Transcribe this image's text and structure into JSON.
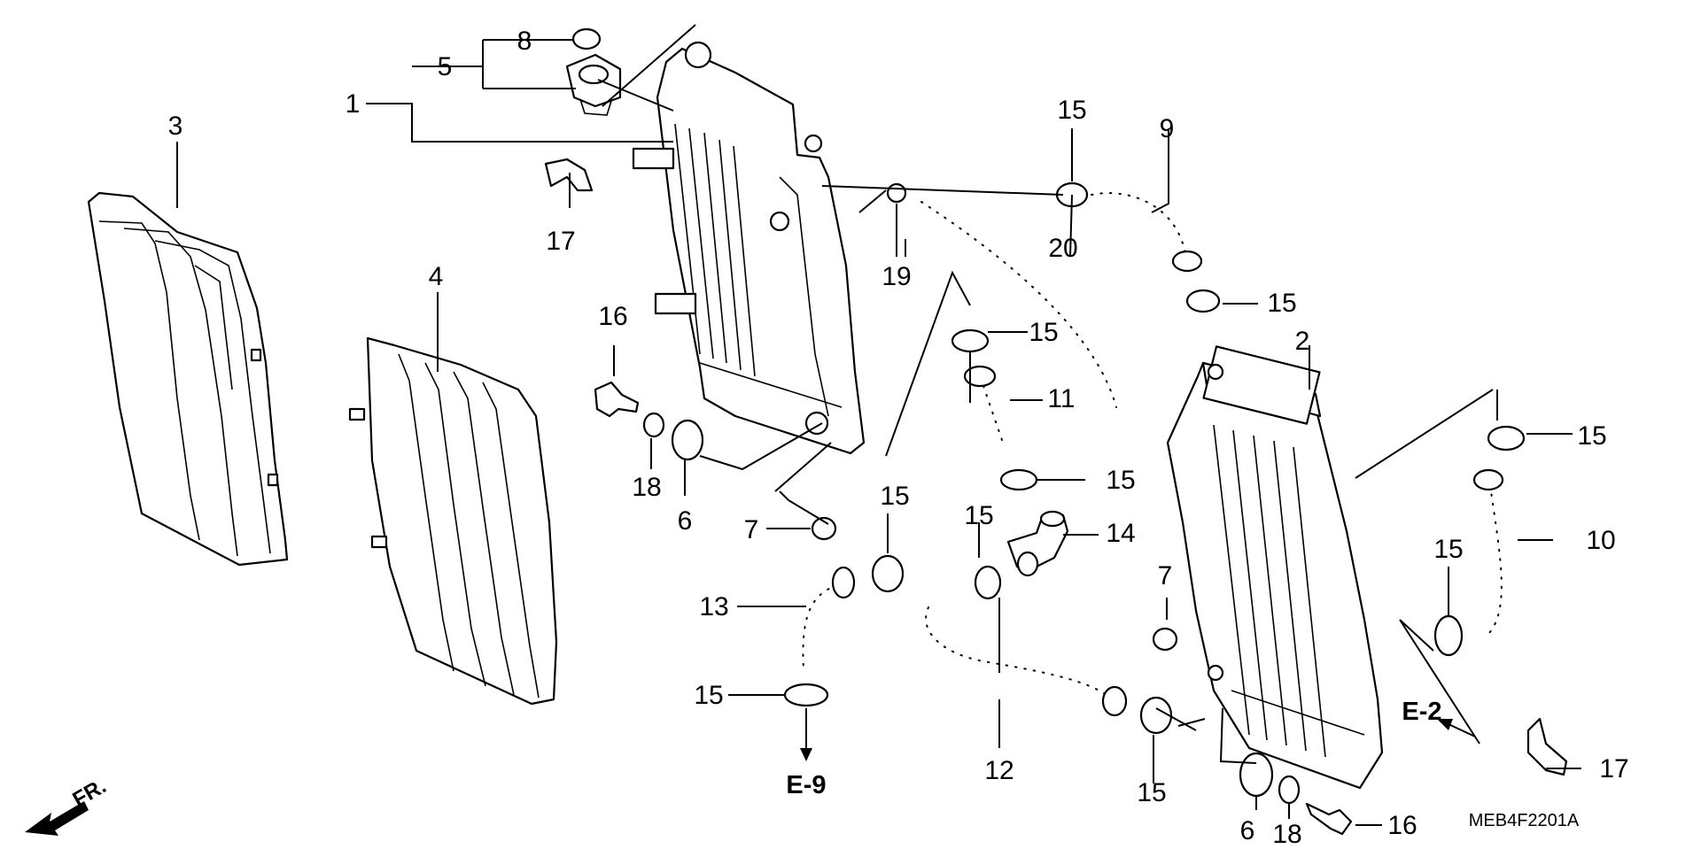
{
  "diagram": {
    "labels": {
      "l1": "1",
      "l2": "2",
      "l3": "3",
      "l4": "4",
      "l5": "5",
      "l8": "8",
      "l9": "9",
      "l10": "10",
      "l11": "11",
      "l12": "12",
      "l13": "13",
      "l14": "14",
      "l16a": "16",
      "l16b": "16",
      "l17a": "17",
      "l17b": "17",
      "l18a": "18",
      "l18b": "18",
      "l19": "19",
      "l20": "20",
      "l6a": "6",
      "l6b": "6",
      "l7a": "7",
      "l7b": "7",
      "l15a": "15",
      "l15b": "15",
      "l15c": "15",
      "l15d": "15",
      "l15e": "15",
      "l15f": "15",
      "l15g": "15",
      "l15h": "15",
      "l15i": "15",
      "l15j": "15"
    },
    "refs": {
      "e9": "E-9",
      "e2": "E-2"
    },
    "front": "FR.",
    "code": "MEB4F2201A"
  },
  "icons": {
    "front_arrow": "front-arrow-icon",
    "ref_arrow": "reference-arrow-icon"
  },
  "colors": {
    "line": "#000000",
    "background": "#ffffff"
  }
}
